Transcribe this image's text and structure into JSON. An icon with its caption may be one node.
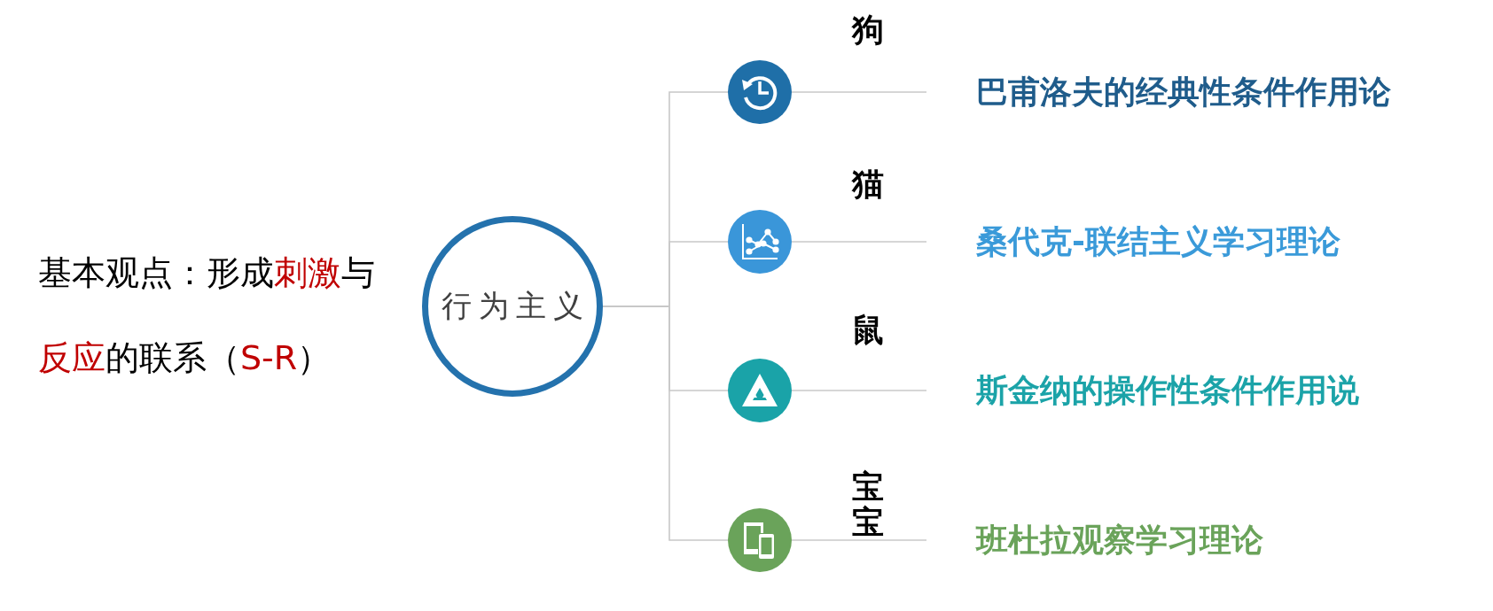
{
  "diagram": {
    "nodes": [
      {
        "text": [
          "行为主义"
        ]
      },
      {
        "text": [],
        "shape": "circle"
      },
      {
        "text": [],
        "shape": "circle"
      },
      {
        "text": [],
        "shape": "circle"
      },
      {
        "text": [],
        "shape": "circle"
      },
      {
        "text": [
          "巴甫洛夫的经典性条件作用论"
        ],
        "beside": [
          "狗"
        ]
      },
      {
        "text": [
          "桑代克-联结主义学习理论"
        ],
        "beside": [
          "猫"
        ]
      },
      {
        "text": [
          "斯金纳的操作性条件作用说"
        ],
        "beside": [
          "鼠"
        ]
      },
      {
        "text": [
          "班杜拉观察学习理论"
        ],
        "beside": [
          "宝宝"
        ]
      }
    ],
    "edges": [
      {
        "from": 0,
        "to": 1,
        "arrow": "none"
      },
      {
        "from": 0,
        "to": 2,
        "arrow": "none"
      },
      {
        "from": 0,
        "to": 3,
        "arrow": "none"
      },
      {
        "from": 0,
        "to": 4,
        "arrow": "none"
      },
      {
        "from": 1,
        "to": 5,
        "arrow": "none"
      },
      {
        "from": 2,
        "to": 6,
        "arrow": "none"
      },
      {
        "from": 3,
        "to": 7,
        "arrow": "none"
      },
      {
        "from": 4,
        "to": 8,
        "arrow": "none"
      }
    ],
    "labels": [
      "基本观点：形成**刺激**与**反应**的联系（**S-R**）"
    ]
  }
}
